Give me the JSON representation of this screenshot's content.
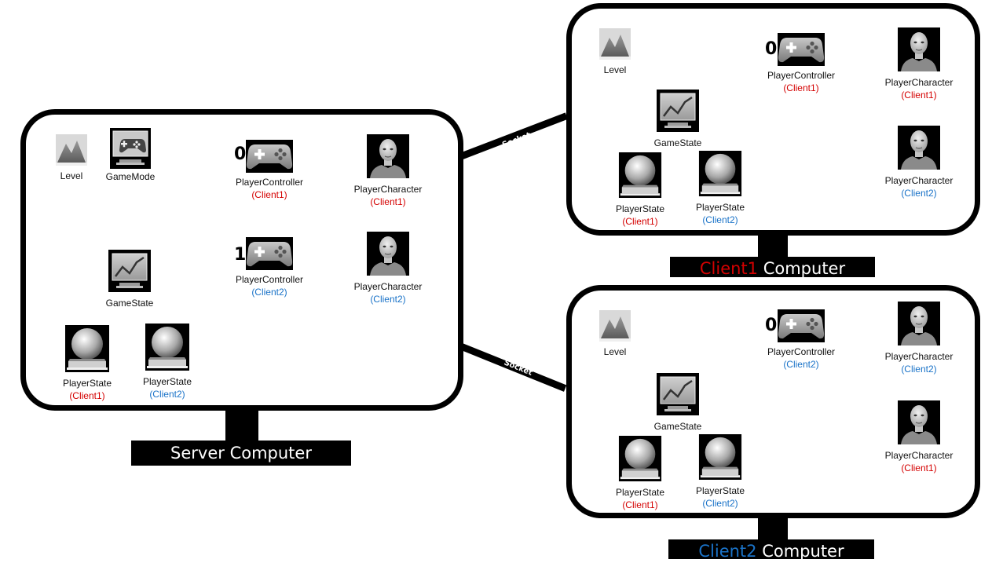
{
  "labels": {
    "level": "Level",
    "game_mode": "GameMode",
    "game_state": "GameState",
    "player_controller": "PlayerController",
    "player_character": "PlayerCharacter",
    "player_state": "PlayerState",
    "client1_paren": "(Client1)",
    "client2_paren": "(Client2)",
    "socket": "Socket"
  },
  "server": {
    "title": "Server Computer",
    "pc1_index": "0",
    "pc2_index": "1"
  },
  "client1": {
    "name": "Client1",
    "suffix": " Computer",
    "pc_index": "0"
  },
  "client2": {
    "name": "Client2",
    "suffix": " Computer",
    "pc_index": "0"
  },
  "colors": {
    "client1": "#d40000",
    "client2": "#1a73c8",
    "frame": "#000000"
  }
}
